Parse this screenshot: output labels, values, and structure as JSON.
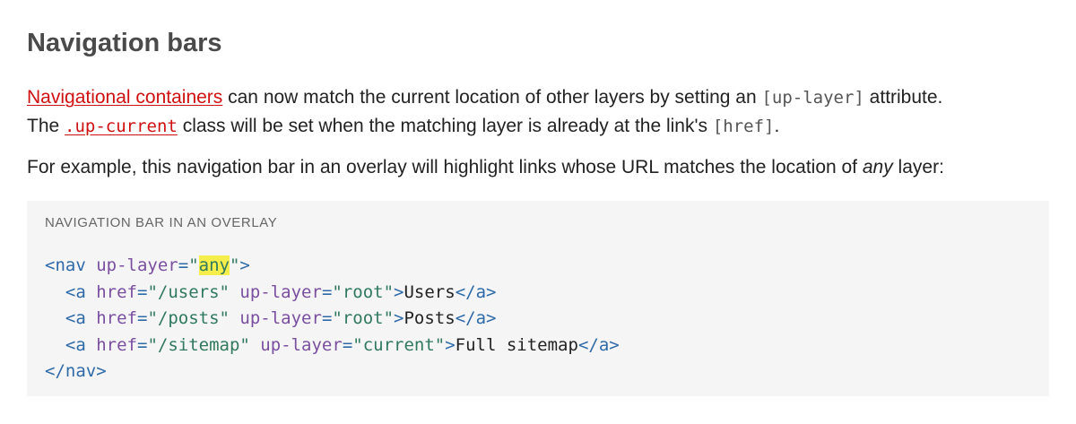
{
  "heading": "Navigation bars",
  "para1": {
    "link": "Navigational containers",
    "t1": " can now match the current location of other layers by setting an ",
    "code1": "[up-layer]",
    "t2": " attribute.",
    "t3": "The ",
    "code_link": ".up-current",
    "t4": " class will be set when the matching layer is already at the link's ",
    "code2": "[href]",
    "t5": "."
  },
  "para2": {
    "t1": "For example, this navigation bar in an overlay will highlight links whose URL matches the location of ",
    "em": "any",
    "t2": " layer:"
  },
  "code_block": {
    "caption": "NAVIGATION BAR IN AN OVERLAY",
    "nav_open": "<nav",
    "nav_attr": "up-layer",
    "eq": "=",
    "quote": "\"",
    "nav_attr_value": "any",
    "gt": ">",
    "links": [
      {
        "href": "\"/users\"",
        "layer": "\"root\"",
        "text": "Users"
      },
      {
        "href": "\"/posts\"",
        "layer": "\"root\"",
        "text": "Posts"
      },
      {
        "href": "\"/sitemap\"",
        "layer": "\"current\"",
        "text": "Full sitemap"
      }
    ],
    "a_open": "<a",
    "href_attr": "href",
    "layer_attr": "up-layer",
    "a_close": "</a>",
    "nav_close": "</nav>"
  }
}
